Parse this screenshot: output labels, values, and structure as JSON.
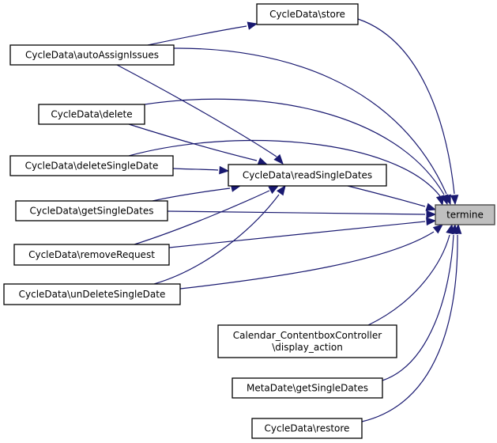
{
  "graph": {
    "type": "caller-graph",
    "focus_node": "termine",
    "colors": {
      "edge": "#191970",
      "focus_fill": "#bfbfbf",
      "node_fill": "#ffffff",
      "border": "#000000"
    },
    "nodes": [
      {
        "id": "termine",
        "lines": [
          "termine"
        ],
        "focus": true
      },
      {
        "id": "store",
        "lines": [
          "CycleData\\store"
        ]
      },
      {
        "id": "autoAssignIssues",
        "lines": [
          "CycleData\\autoAssignIssues"
        ]
      },
      {
        "id": "delete",
        "lines": [
          "CycleData\\delete"
        ]
      },
      {
        "id": "deleteSingleDate",
        "lines": [
          "CycleData\\deleteSingleDate"
        ]
      },
      {
        "id": "readSingleDates",
        "lines": [
          "CycleData\\readSingleDates"
        ]
      },
      {
        "id": "getSingleDates",
        "lines": [
          "CycleData\\getSingleDates"
        ]
      },
      {
        "id": "removeRequest",
        "lines": [
          "CycleData\\removeRequest"
        ]
      },
      {
        "id": "unDeleteSingleDate",
        "lines": [
          "CycleData\\unDeleteSingleDate"
        ]
      },
      {
        "id": "displayAction",
        "lines": [
          "Calendar_ContentboxController",
          "\\display_action"
        ]
      },
      {
        "id": "metaGetSingleDates",
        "lines": [
          "MetaDate\\getSingleDates"
        ]
      },
      {
        "id": "restore",
        "lines": [
          "CycleData\\restore"
        ]
      }
    ],
    "edges": [
      {
        "from": "autoAssignIssues",
        "to": "store"
      },
      {
        "from": "store",
        "to": "termine"
      },
      {
        "from": "autoAssignIssues",
        "to": "termine"
      },
      {
        "from": "autoAssignIssues",
        "to": "readSingleDates"
      },
      {
        "from": "delete",
        "to": "termine"
      },
      {
        "from": "delete",
        "to": "readSingleDates"
      },
      {
        "from": "deleteSingleDate",
        "to": "termine"
      },
      {
        "from": "deleteSingleDate",
        "to": "readSingleDates"
      },
      {
        "from": "readSingleDates",
        "to": "termine"
      },
      {
        "from": "getSingleDates",
        "to": "readSingleDates"
      },
      {
        "from": "getSingleDates",
        "to": "termine"
      },
      {
        "from": "removeRequest",
        "to": "readSingleDates"
      },
      {
        "from": "removeRequest",
        "to": "termine"
      },
      {
        "from": "unDeleteSingleDate",
        "to": "readSingleDates"
      },
      {
        "from": "unDeleteSingleDate",
        "to": "termine"
      },
      {
        "from": "displayAction",
        "to": "termine"
      },
      {
        "from": "metaGetSingleDates",
        "to": "termine"
      },
      {
        "from": "restore",
        "to": "termine"
      }
    ]
  }
}
